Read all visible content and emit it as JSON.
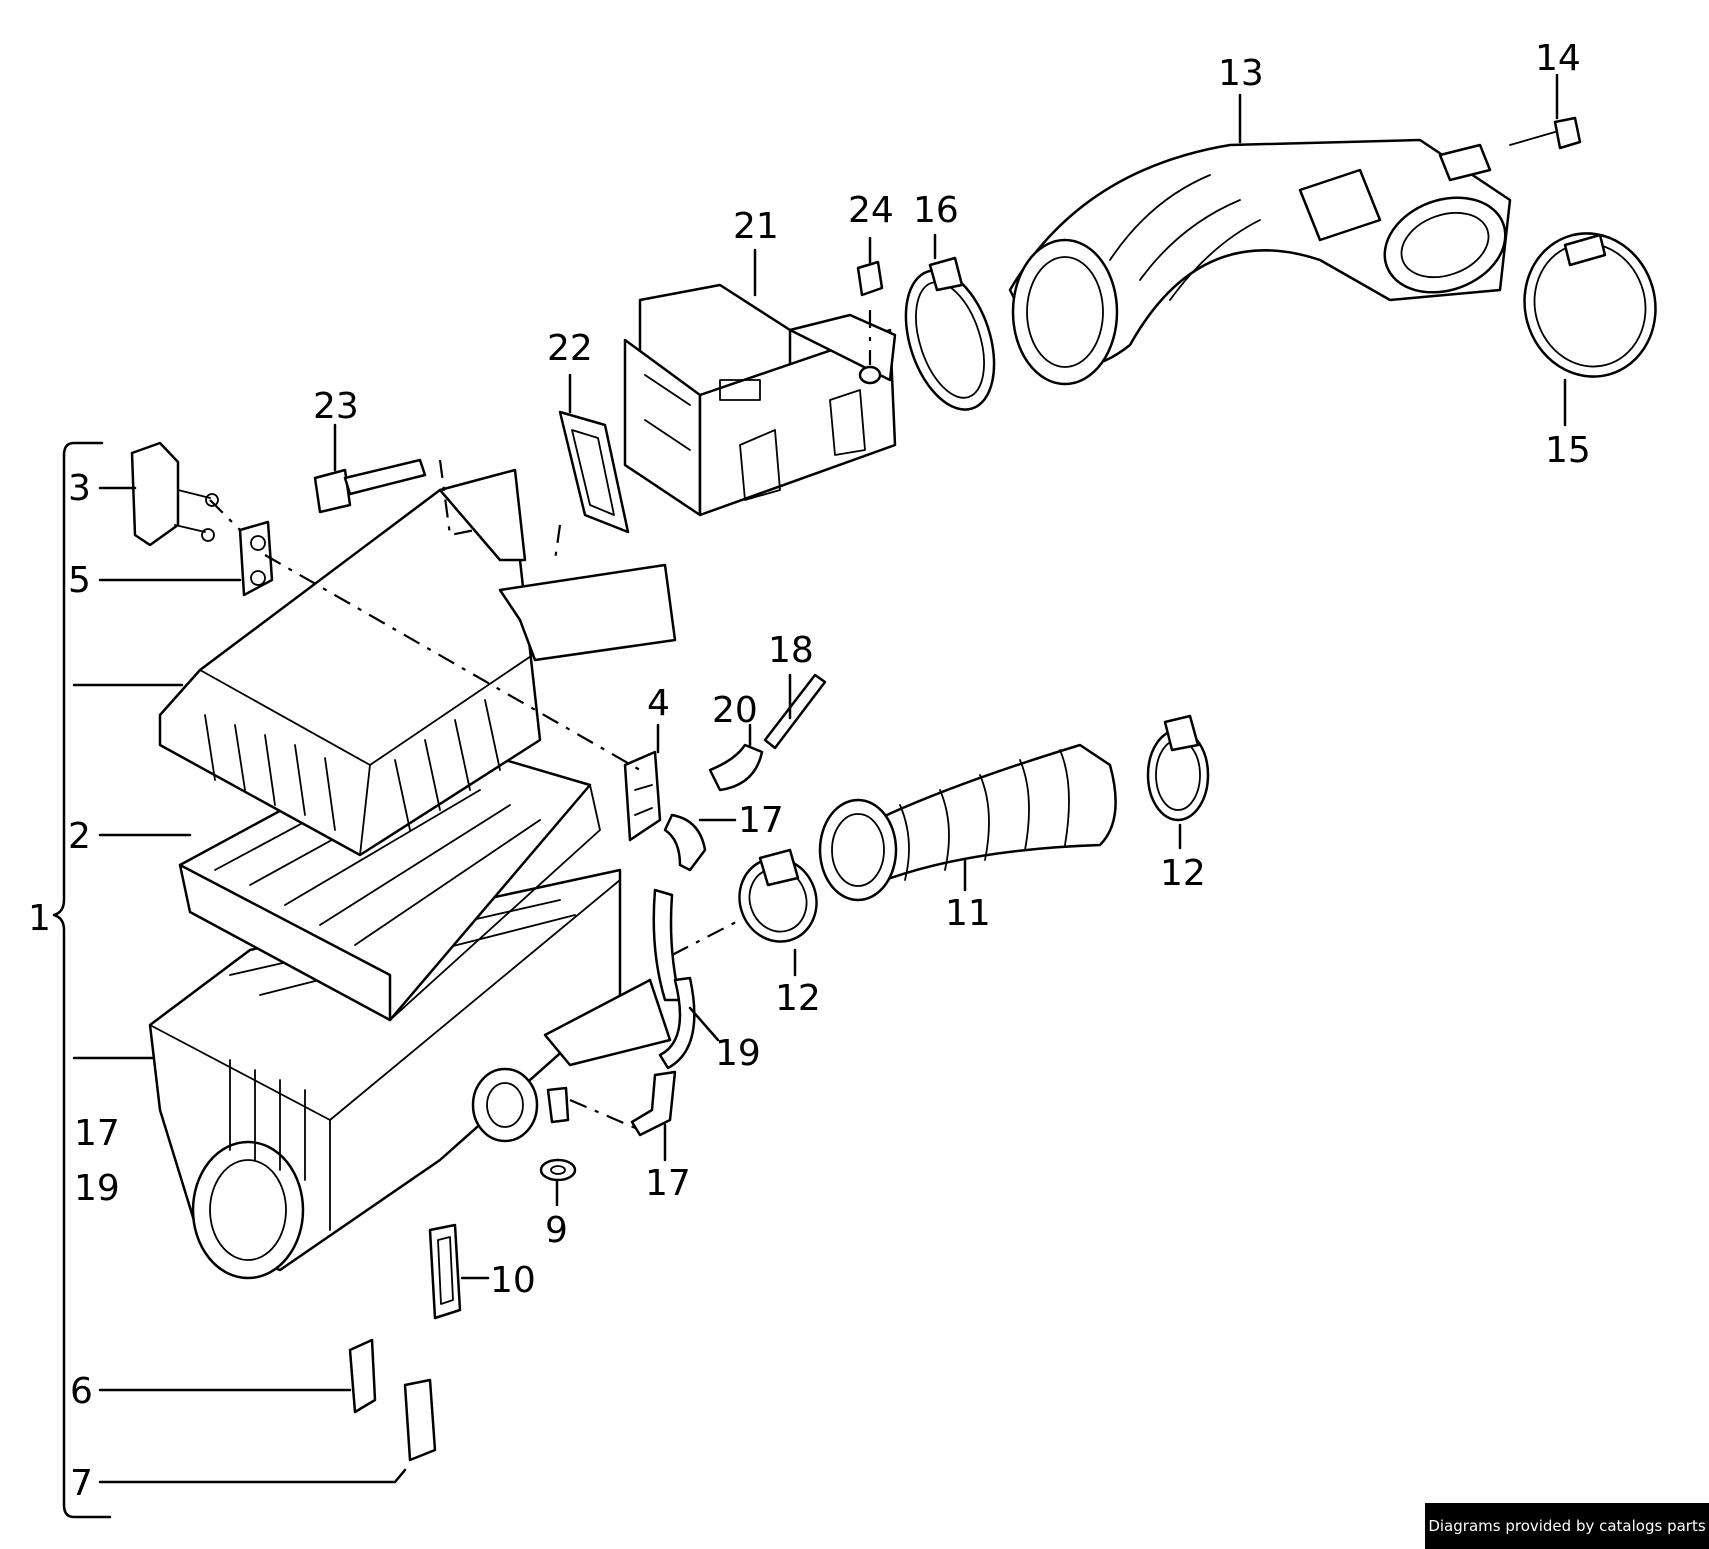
{
  "diagram": {
    "labels": {
      "l1": "1",
      "l2": "2",
      "l3": "3",
      "l4": "4",
      "l5": "5",
      "l6": "6",
      "l7": "7",
      "l9": "9",
      "l10": "10",
      "l11": "11",
      "l12a": "12",
      "l12b": "12",
      "l13": "13",
      "l14": "14",
      "l15": "15",
      "l16": "16",
      "l17a": "17",
      "l17b": "17",
      "l17c": "17",
      "l18": "18",
      "l19a": "19",
      "l19b": "19",
      "l20": "20",
      "l21": "21",
      "l22": "22",
      "l23": "23",
      "l24": "24"
    }
  },
  "footer": {
    "credit": "Diagrams provided by catalogs parts"
  }
}
